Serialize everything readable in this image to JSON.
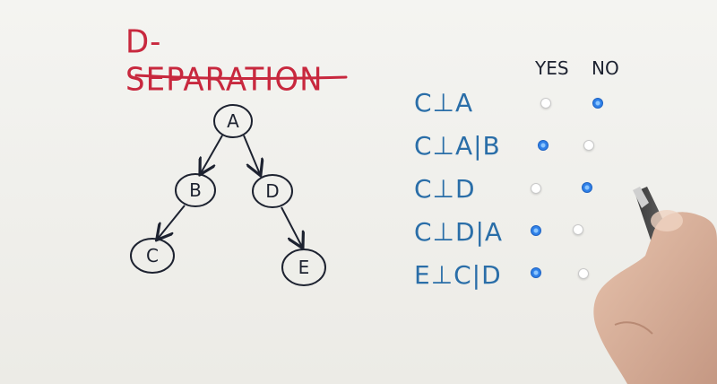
{
  "title": "D-SEPARATION",
  "columns": {
    "yes": "YES",
    "no": "NO"
  },
  "graph": {
    "nodes": [
      "A",
      "B",
      "C",
      "D",
      "E"
    ],
    "edges": [
      [
        "A",
        "B"
      ],
      [
        "A",
        "D"
      ],
      [
        "B",
        "C"
      ],
      [
        "D",
        "E"
      ]
    ]
  },
  "questions": [
    {
      "label": "C⊥A",
      "answer": "no"
    },
    {
      "label": "C⊥A|B",
      "answer": "yes"
    },
    {
      "label": "C⊥D",
      "answer": "no"
    },
    {
      "label": "C⊥D|A",
      "answer": "yes"
    },
    {
      "label": "E⊥C|D",
      "answer": "yes"
    }
  ],
  "colors": {
    "title": "#c8283e",
    "labels": "#2a6ea8",
    "ink": "#1d2230",
    "radio_on": "#2f80e8"
  }
}
